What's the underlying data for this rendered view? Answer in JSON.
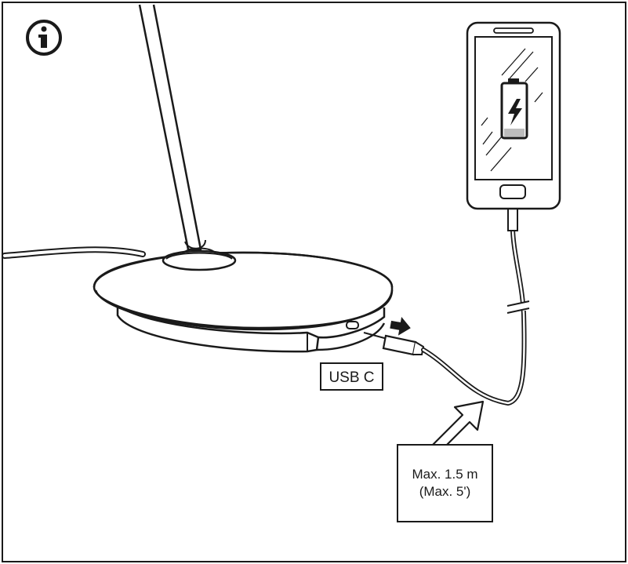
{
  "labels": {
    "port": "USB C",
    "cable_max_line1": "Max. 1.5 m",
    "cable_max_line2": "(Max. 5')"
  },
  "icons": {
    "info": "info-icon",
    "battery": "battery-charging-icon",
    "insert_arrow": "arrow-right-icon",
    "pointer_arrow": "arrow-up-right-icon"
  },
  "colors": {
    "ink": "#1a1a1a",
    "battery_fill": "#bdbdbd",
    "background": "#ffffff"
  }
}
